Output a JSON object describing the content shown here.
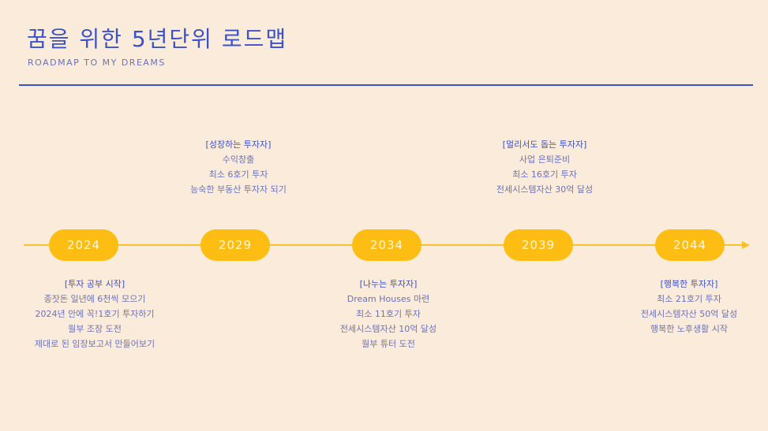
{
  "header": {
    "title": "꿈을 위한 5년단위 로드맵",
    "subtitle": "ROADMAP TO MY DREAMS"
  },
  "colors": {
    "accent": "#3c52c8",
    "pill": "#fdbd12",
    "background": "#fbebdb"
  },
  "milestones": [
    {
      "year": "2024",
      "title": "[투자 공부 시작]",
      "lines": [
        "종잣돈 일년에 6천씩 모으기",
        "2024년 안에 꼭!1호기 투자하기",
        "월부 조장 도전",
        "제대로 된 임장보고서 만들어보기"
      ]
    },
    {
      "year": "2029",
      "title": "[성장하는 투자자]",
      "lines": [
        "수익창출",
        "최소 6호기 투자",
        "능숙한 부동산 투자자 되기"
      ]
    },
    {
      "year": "2034",
      "title": "[나누는 투자자]",
      "lines": [
        "Dream Houses 마련",
        "최소 11호기 투자",
        "전세시스템자산 10억 달성",
        "월부 튜터 도전"
      ]
    },
    {
      "year": "2039",
      "title": "[멀리서도 돕는 투자자]",
      "lines": [
        "사업 은퇴준비",
        "최소 16호기 투자",
        "전세시스템자산 30억 달성"
      ]
    },
    {
      "year": "2044",
      "title": "[행복한 투자자]",
      "lines": [
        "최소 21호기 투자",
        "전세시스템자산 50억 달성",
        "행복한 노후생활 시작"
      ]
    }
  ]
}
